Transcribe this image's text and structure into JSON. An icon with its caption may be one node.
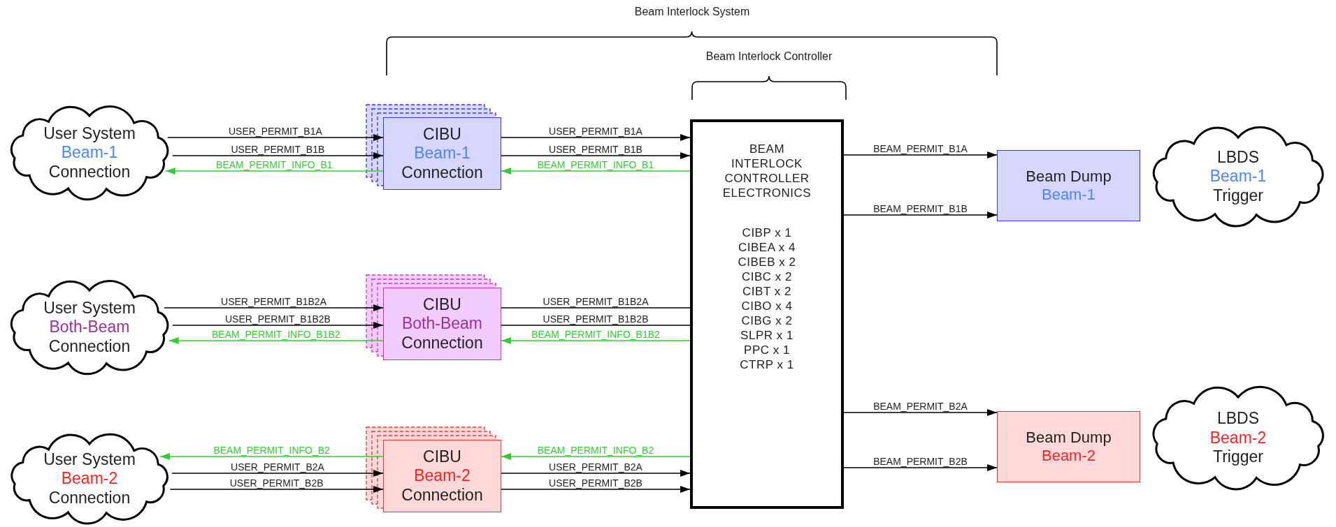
{
  "diagram": {
    "nodes": [
      {
        "text": [
          "User System",
          "Beam-1",
          "Connection"
        ]
      },
      {
        "text": [
          "CIBU",
          "Beam-1",
          "Connection"
        ]
      },
      {
        "text": [
          "User System",
          "Both-Beam",
          "Connection"
        ]
      },
      {
        "text": [
          "CIBU",
          "Both-Beam",
          "Connection"
        ]
      },
      {
        "text": [
          "User System",
          "Beam-2",
          "Connection"
        ]
      },
      {
        "text": [
          "CIBU",
          "Beam-2",
          "Connection"
        ]
      },
      {
        "text": [
          "BEAM INTERLOCK CONTROLLER ELECTRONICS",
          "CIBP x 1",
          "CIBEA x 4",
          "CIBEB x 2",
          "CIBC x 2",
          "CIBT x 2",
          "CIBO x 4",
          "CIBG x 2",
          "SLPR x 1",
          "PPC x 1",
          "CTRP x 1"
        ]
      },
      {
        "text": [
          "Beam Dump",
          "Beam-1"
        ]
      },
      {
        "text": [
          "LBDS",
          "Beam-1",
          "Trigger"
        ]
      },
      {
        "text": [
          "Beam Dump",
          "Beam-2"
        ]
      },
      {
        "text": [
          "LBDS",
          "Beam-2",
          "Trigger"
        ]
      }
    ],
    "edges": [
      {
        "from": 0,
        "to": 1,
        "arrow": "to",
        "label": "USER_PERMIT_B1A"
      },
      {
        "from": 0,
        "to": 1,
        "arrow": "to",
        "label": "USER_PERMIT_B1B"
      },
      {
        "from": 1,
        "to": 0,
        "arrow": "to",
        "label": "BEAM_PERMIT_INFO_B1",
        "color": "#33cc33"
      },
      {
        "from": 1,
        "to": 6,
        "arrow": "to",
        "label": "USER_PERMIT_B1A"
      },
      {
        "from": 1,
        "to": 6,
        "arrow": "to",
        "label": "USER_PERMIT_B1B"
      },
      {
        "from": 6,
        "to": 1,
        "arrow": "to",
        "label": "BEAM_PERMIT_INFO_B1",
        "color": "#33cc33"
      },
      {
        "from": 2,
        "to": 3,
        "arrow": "to",
        "label": "USER_PERMIT_B1B2A"
      },
      {
        "from": 2,
        "to": 3,
        "arrow": "to",
        "label": "USER_PERMIT_B1B2B"
      },
      {
        "from": 3,
        "to": 2,
        "arrow": "to",
        "label": "BEAM_PERMIT_INFO_B1B2",
        "color": "#33cc33"
      },
      {
        "from": 3,
        "to": 6,
        "arrow": "none",
        "label": "USER_PERMIT_B1B2A"
      },
      {
        "from": 3,
        "to": 6,
        "arrow": "none",
        "label": "USER_PERMIT_B1B2B"
      },
      {
        "from": 6,
        "to": 3,
        "arrow": "to",
        "label": "BEAM_PERMIT_INFO_B1B2",
        "color": "#33cc33"
      },
      {
        "from": 5,
        "to": 4,
        "arrow": "to",
        "label": "BEAM_PERMIT_INFO_B2",
        "color": "#33cc33"
      },
      {
        "from": 4,
        "to": 5,
        "arrow": "to",
        "label": "USER_PERMIT_B2A"
      },
      {
        "from": 4,
        "to": 5,
        "arrow": "to",
        "label": "USER_PERMIT_B2B"
      },
      {
        "from": 6,
        "to": 5,
        "arrow": "to",
        "label": "BEAM_PERMIT_INFO_B2",
        "color": "#33cc33"
      },
      {
        "from": 5,
        "to": 6,
        "arrow": "to",
        "label": "USER_PERMIT_B2A"
      },
      {
        "from": 5,
        "to": 6,
        "arrow": "to",
        "label": "USER_PERMIT_B2B"
      },
      {
        "from": 6,
        "to": 7,
        "arrow": "to",
        "label": "BEAM_PERMIT_B1A"
      },
      {
        "from": 6,
        "to": 7,
        "arrow": "to",
        "label": "BEAM_PERMIT_B1B"
      },
      {
        "from": 6,
        "to": 9,
        "arrow": "to",
        "label": "BEAM_PERMIT_B2A"
      },
      {
        "from": 6,
        "to": 9,
        "arrow": "to",
        "label": "BEAM_PERMIT_B2B"
      }
    ],
    "labels": [
      "Beam Interlock System",
      "Beam Interlock Controller"
    ]
  }
}
